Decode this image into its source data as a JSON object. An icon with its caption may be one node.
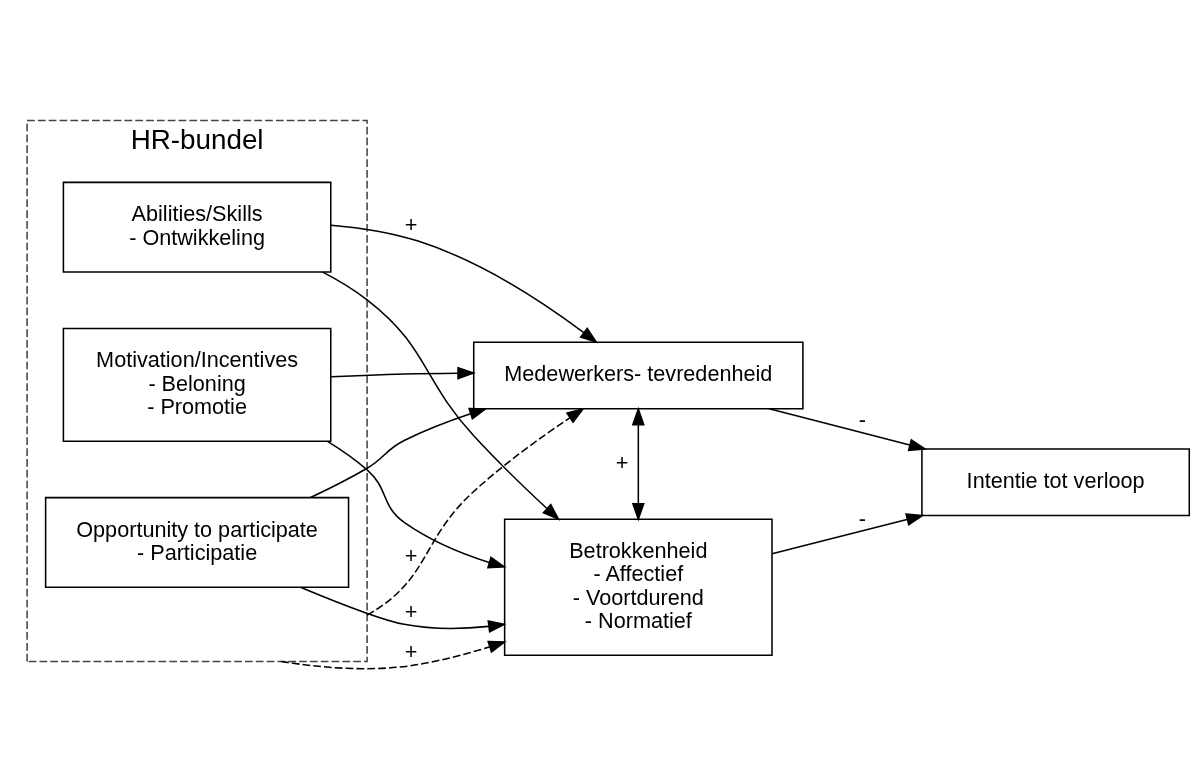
{
  "diagram": {
    "nodes": [
      {
        "text": [
          "HR-bundel"
        ]
      },
      {
        "text": [
          "Abilities/Skills",
          "- Ontwikkeling"
        ],
        "in": 0
      },
      {
        "text": [
          "Motivation/Incentives",
          "- Beloning",
          "- Promotie"
        ],
        "in": 0
      },
      {
        "text": [
          "Opportunity to participate",
          "- Participatie"
        ],
        "in": 0
      },
      {
        "text": [
          "Betrokkenheid",
          "- Affectief",
          "- Voortdurend",
          "- Normatief"
        ]
      },
      {
        "text": [
          "Medewerkers- tevredenheid"
        ]
      },
      {
        "text": [
          "Intentie tot verloop"
        ]
      }
    ],
    "edges": [
      {
        "from": 0,
        "to": 4,
        "arrow": "to",
        "style": "dashed",
        "label": "+"
      },
      {
        "from": 1,
        "to": 4,
        "arrow": "to"
      },
      {
        "from": 1,
        "to": 5,
        "arrow": "to",
        "label": "+"
      },
      {
        "from": 2,
        "to": 4,
        "arrow": "to"
      },
      {
        "from": 2,
        "to": 5,
        "arrow": "to"
      },
      {
        "from": 3,
        "to": 4,
        "arrow": "to",
        "label": "+"
      },
      {
        "from": 3,
        "to": 5,
        "arrow": "to"
      },
      {
        "from": 4,
        "to": 5,
        "arrow": "both",
        "label": "+"
      },
      {
        "from": 4,
        "to": 6,
        "arrow": "to",
        "label": "-"
      },
      {
        "from": 5,
        "to": 6,
        "arrow": "to",
        "label": "-"
      },
      {
        "from": 0,
        "to": 5,
        "arrow": "to",
        "style": "dashed",
        "label": "+"
      }
    ]
  }
}
